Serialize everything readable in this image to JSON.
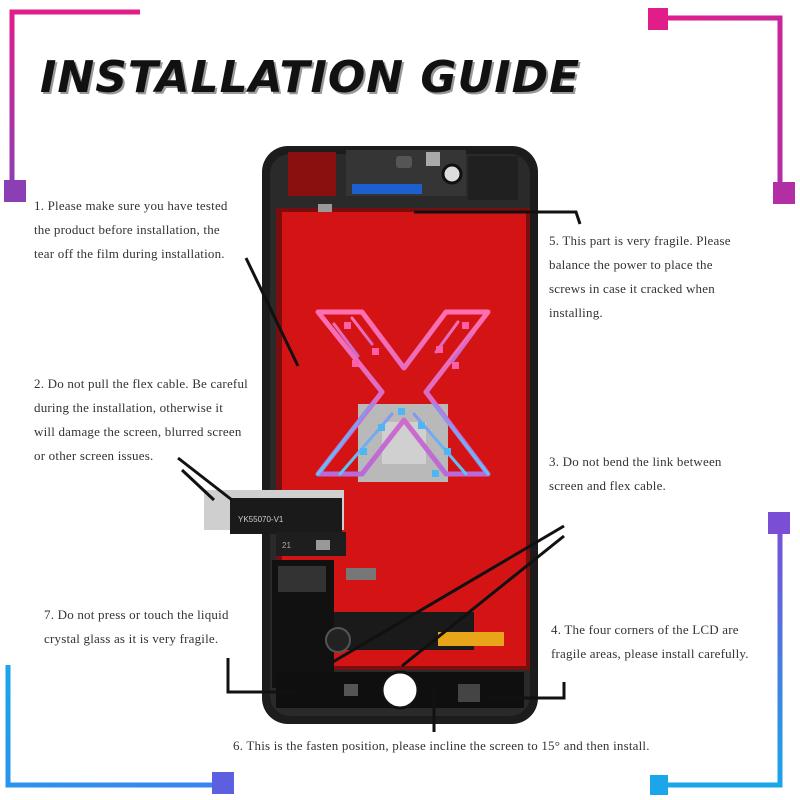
{
  "title": "INSTALLATION GUIDE",
  "colors": {
    "frame_pink": "#e11d8a",
    "frame_purple": "#8b3fb5",
    "frame_blue": "#1aa6e8",
    "frame_violet": "#7a4fd6",
    "screen_red": "#d41414",
    "phone_frame": "#1c1c1c"
  },
  "phone": {
    "flex_label": "YK55070-V1",
    "small_label": "21"
  },
  "notes": [
    {
      "id": "1",
      "lines": [
        "1. Please make sure you have tested",
        "the product before installation, the",
        "tear off the film during installation."
      ]
    },
    {
      "id": "2",
      "lines": [
        "2. Do not pull the flex cable. Be careful",
        "during the installation, otherwise it",
        "will damage the screen, blurred screen",
        "or other screen issues."
      ]
    },
    {
      "id": "3",
      "lines": [
        "3. Do not bend the link between",
        "screen and flex cable."
      ]
    },
    {
      "id": "4",
      "lines": [
        "4. The four corners of the LCD are",
        "fragile areas, please install carefully."
      ]
    },
    {
      "id": "5",
      "lines": [
        "5. This part is very fragile. Please",
        "balance the power to place the",
        "screws in case it cracked when",
        "installing."
      ]
    },
    {
      "id": "6",
      "lines": [
        "6. This is the fasten position, please incline the screen to 15° and then install."
      ]
    },
    {
      "id": "7",
      "lines": [
        "7. Do not press or touch the liquid",
        "crystal glass as it is very fragile."
      ]
    }
  ]
}
